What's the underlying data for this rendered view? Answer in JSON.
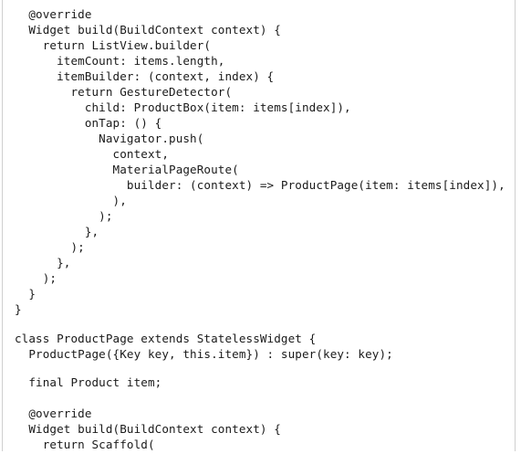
{
  "code": {
    "lines": [
      "  @override",
      "  Widget build(BuildContext context) {",
      "    return ListView.builder(",
      "      itemCount: items.length,",
      "      itemBuilder: (context, index) {",
      "        return GestureDetector(",
      "          child: ProductBox(item: items[index]),",
      "          onTap: () {",
      "            Navigator.push(",
      "              context,",
      "              MaterialPageRoute(",
      "                builder: (context) => ProductPage(item: items[index]),",
      "              ),",
      "            );",
      "          },",
      "        );",
      "      },",
      "    );",
      "  }",
      "}",
      "",
      "class ProductPage extends StatelessWidget {",
      "  ProductPage({Key key, this.item}) : super(key: key);",
      "",
      "  final Product item;",
      "",
      "  @override",
      "  Widget build(BuildContext context) {",
      "    return Scaffold("
    ]
  }
}
